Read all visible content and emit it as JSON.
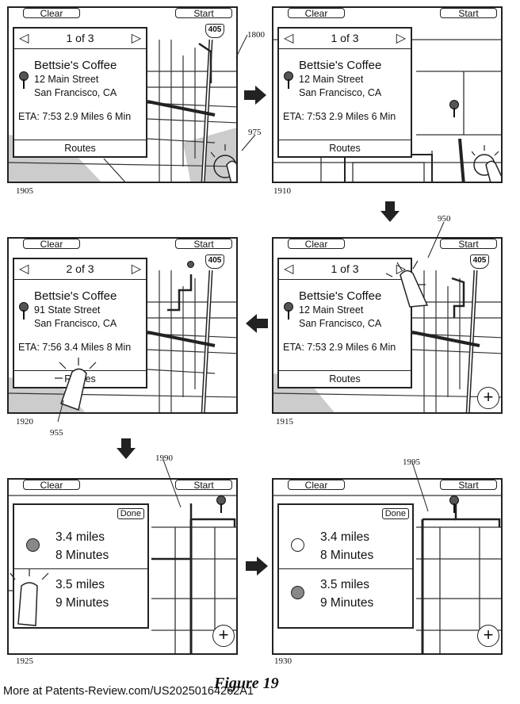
{
  "buttons": {
    "clear": "Clear",
    "start": "Start"
  },
  "highway": "405",
  "panels": [
    {
      "id": "1905",
      "label": "1905",
      "page": "1 of 3",
      "name": "Bettsie's Coffee",
      "street": "12 Main Street",
      "city": "San Francisco, CA",
      "eta": "ETA: 7:53  2.9 Miles  6 Min",
      "routes": "Routes"
    },
    {
      "id": "1910",
      "label": "1910",
      "page": "1 of 3",
      "name": "Bettsie's Coffee",
      "street": "12 Main Street",
      "city": "San Francisco, CA",
      "eta": "ETA: 7:53  2.9 Miles  6 Min",
      "routes": "Routes"
    },
    {
      "id": "1915",
      "label": "1915",
      "page": "1 of 3",
      "name": "Bettsie's Coffee",
      "street": "12 Main Street",
      "city": "San Francisco, CA",
      "eta": "ETA: 7:53  2.9 Miles  6 Min",
      "routes": "Routes"
    },
    {
      "id": "1920",
      "label": "1920",
      "page": "2 of 3",
      "name": "Bettsie's Coffee",
      "street": "91 State Street",
      "city": "San Francisco, CA",
      "eta": "ETA: 7:56  3.4 Miles  8 Min",
      "routes": "Routes"
    },
    {
      "id": "1925",
      "label": "1925",
      "done": "Done",
      "route1_miles": "3.4 miles",
      "route1_mins": "8 Minutes",
      "route2_miles": "3.5 miles",
      "route2_mins": "9 Minutes"
    },
    {
      "id": "1930",
      "label": "1930",
      "done": "Done",
      "route1_miles": "3.4 miles",
      "route1_mins": "8 Minutes",
      "route2_miles": "3.5 miles",
      "route2_mins": "9 Minutes"
    }
  ],
  "refs": {
    "r1800": "1800",
    "r975": "975",
    "r950": "950",
    "r955": "955",
    "r1990": "1990",
    "r1995": "1995"
  },
  "figure_caption": "Figure 19",
  "footer_text": "More at Patents-Review.com/US20250164262A1"
}
